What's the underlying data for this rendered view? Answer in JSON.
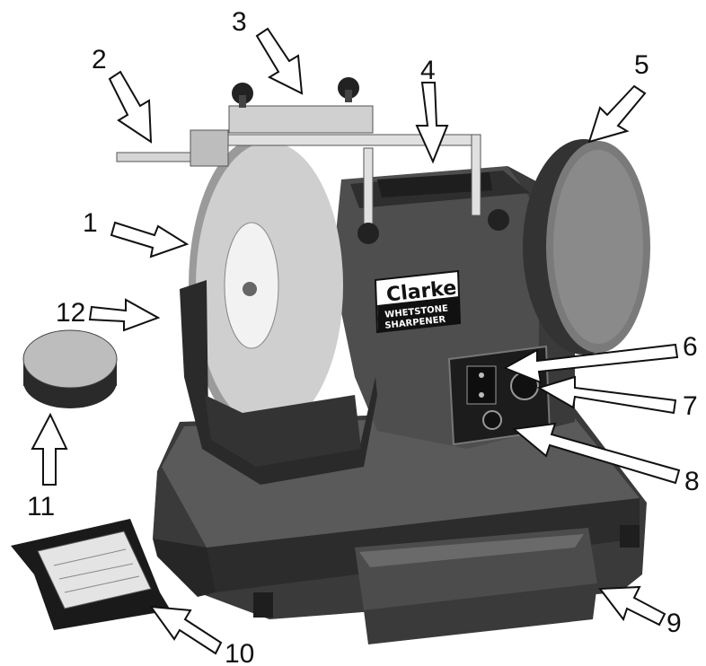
{
  "brand": {
    "logo": "Clarke",
    "product_line1": "WHETSTONE",
    "product_line2": "SHARPENER"
  },
  "callouts": [
    {
      "id": "1",
      "label": "1"
    },
    {
      "id": "2",
      "label": "2"
    },
    {
      "id": "3",
      "label": "3"
    },
    {
      "id": "4",
      "label": "4"
    },
    {
      "id": "5",
      "label": "5"
    },
    {
      "id": "6",
      "label": "6"
    },
    {
      "id": "7",
      "label": "7"
    },
    {
      "id": "8",
      "label": "8"
    },
    {
      "id": "9",
      "label": "9"
    },
    {
      "id": "10",
      "label": "10"
    },
    {
      "id": "11",
      "label": "11"
    },
    {
      "id": "12",
      "label": "12"
    }
  ],
  "colors": {
    "body": "#4a4a4a",
    "body_dark": "#2a2a2a",
    "wheel": "#c9c9c9",
    "leather_wheel": "#7a7a7a",
    "metal": "#d8d8d8"
  }
}
